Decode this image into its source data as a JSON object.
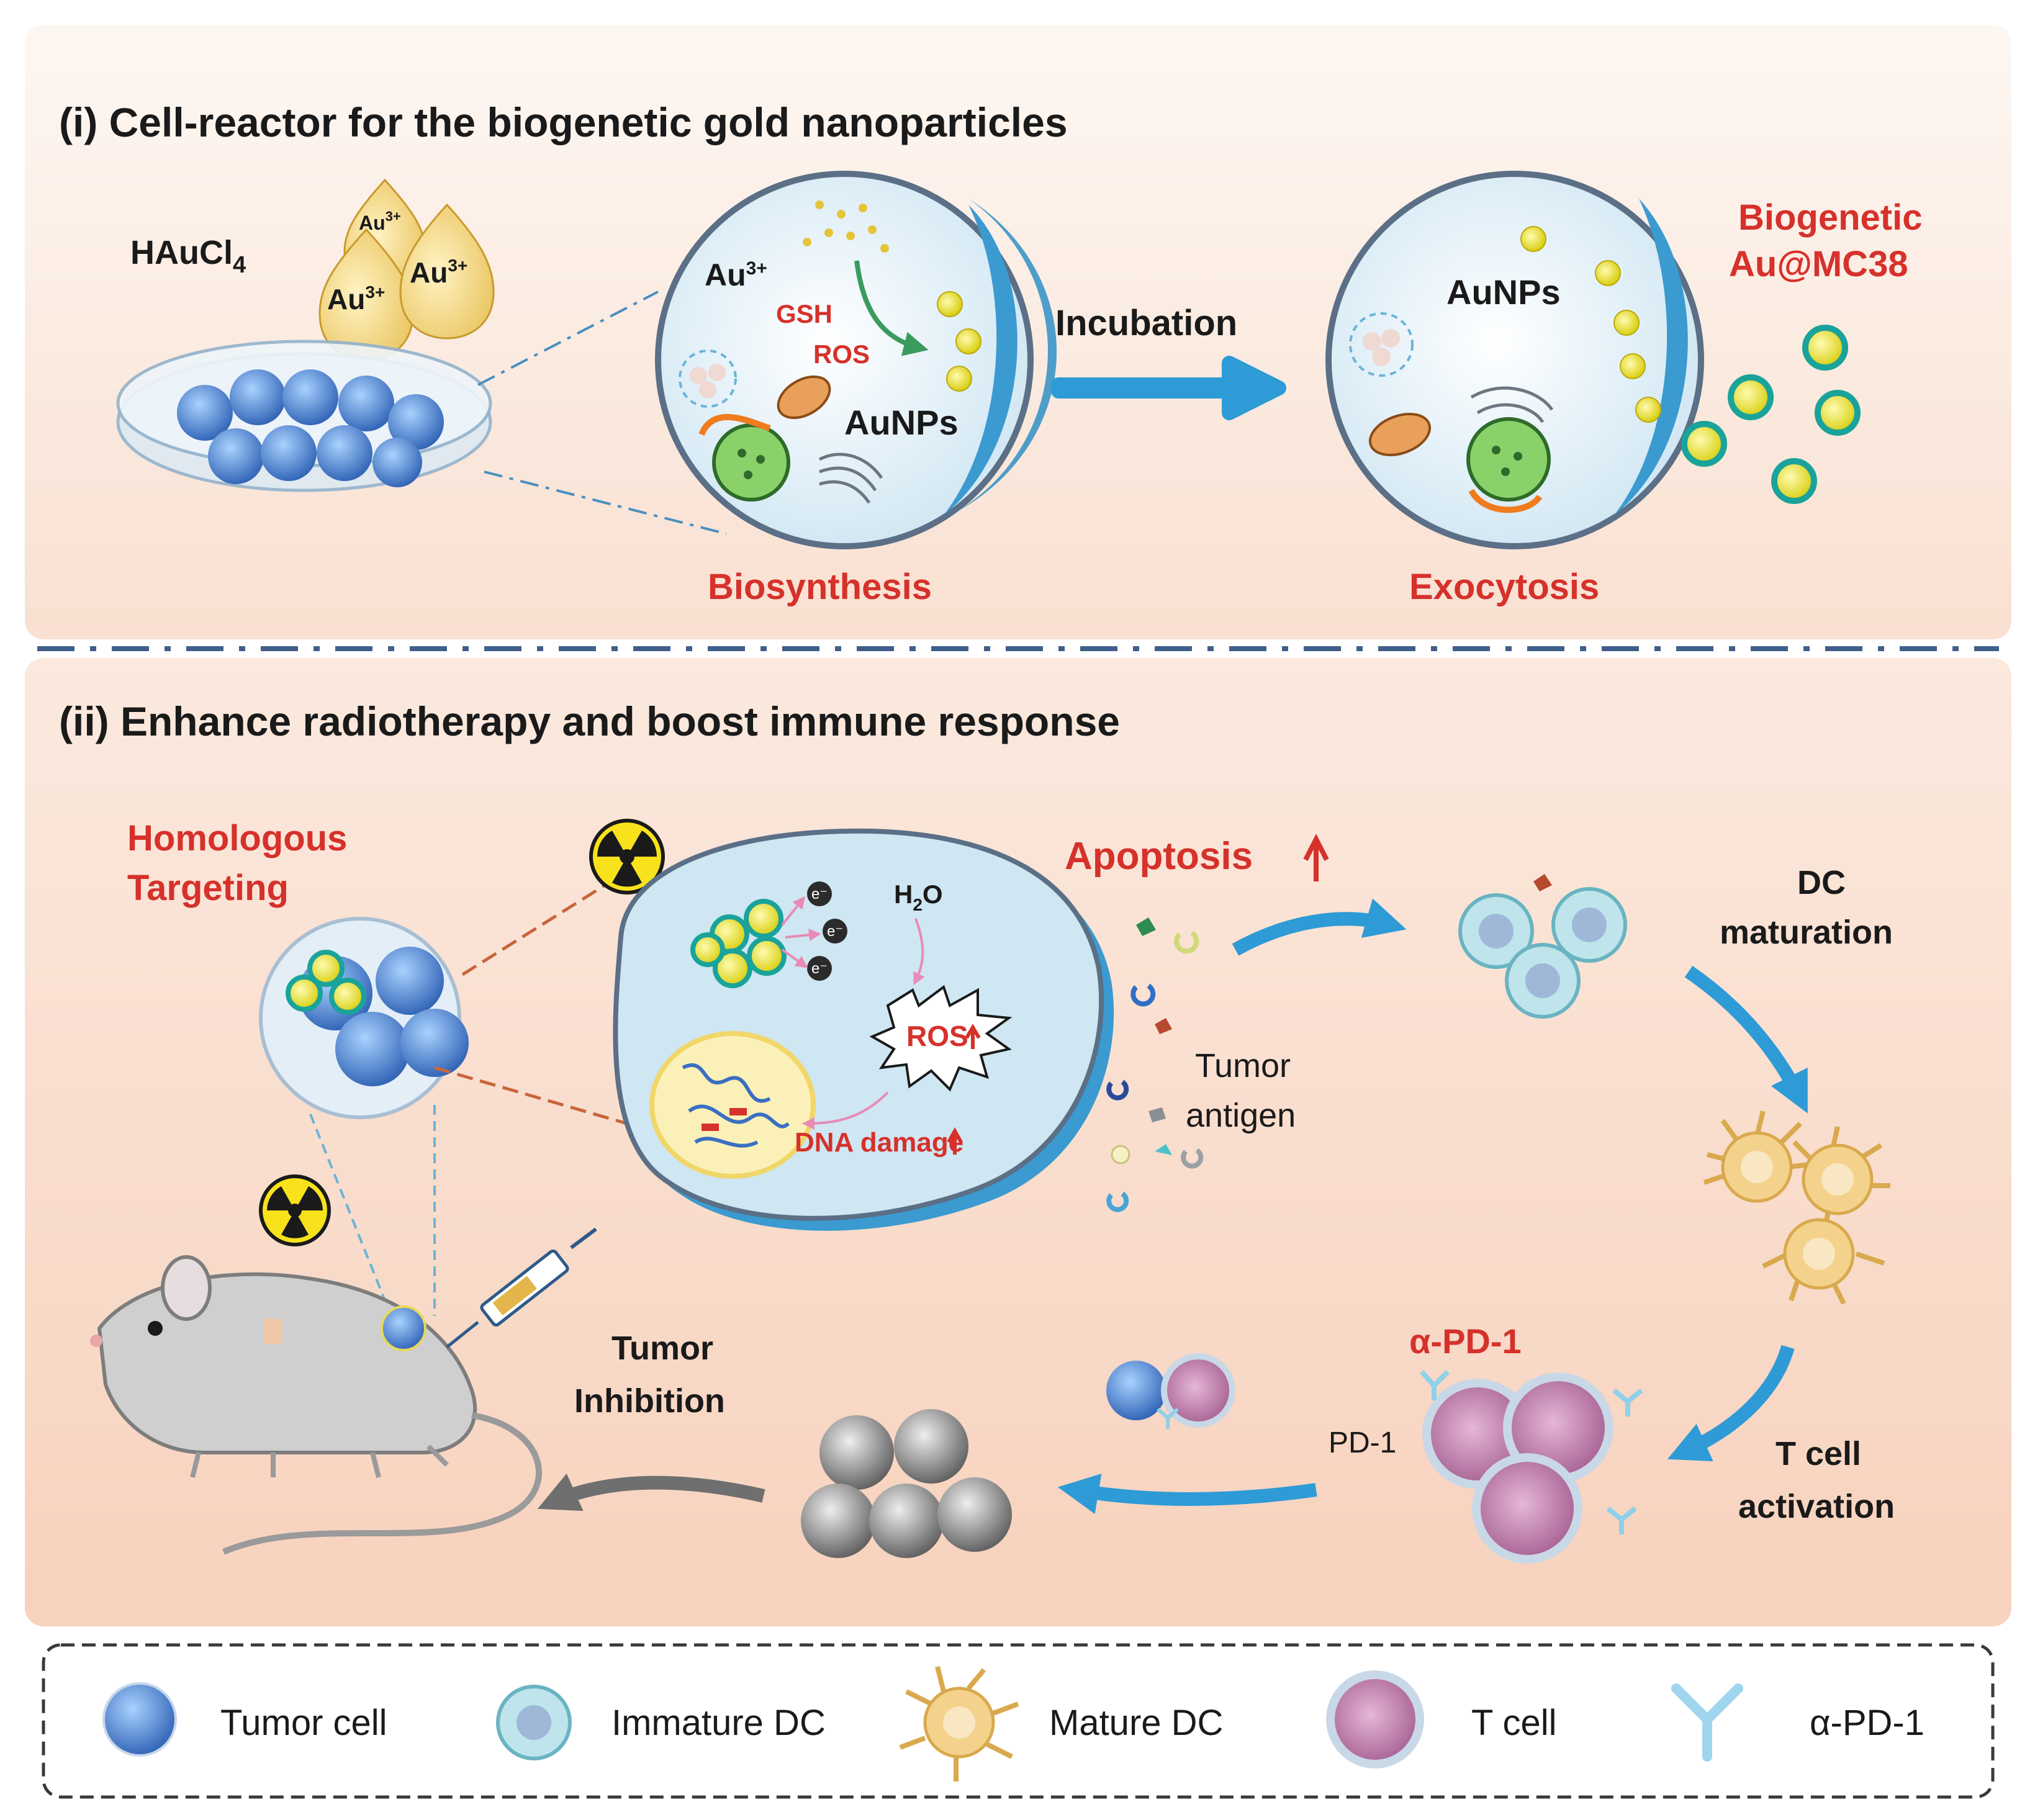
{
  "colors": {
    "red_label": "#d6312b",
    "black_label": "#1a1a1a",
    "arrow_blue": "#2e9bd6",
    "arrow_gray": "#6f6f6f",
    "nanoparticle": "#e8e22a",
    "nanoparticle_ring": "#1aa39a",
    "tumor_cell": "#3f78c8",
    "t_cell": "#c97fb1",
    "mature_dc": "#f2c777",
    "immature_dc": "#8fd0dc",
    "bg_top": "#fbf1ea",
    "bg_bottom": "#f8d7c4"
  },
  "section1": {
    "title": "(i) Cell-reactor for the biogenetic gold nanoparticles",
    "haucl": {
      "base": "HAuCl",
      "sub": "4"
    },
    "drops": [
      {
        "base": "Au",
        "sup": "3+"
      },
      {
        "base": "Au",
        "sup": "3+"
      },
      {
        "base": "Au",
        "sup": "3+"
      }
    ],
    "cell1": {
      "au_label": {
        "base": "Au",
        "sup": "3+"
      },
      "gsh": "GSH",
      "ros": "ROS",
      "aunps": "AuNPs",
      "caption": "Biosynthesis"
    },
    "incubation": "Incubation",
    "cell2": {
      "aunps": "AuNPs",
      "caption": "Exocytosis"
    },
    "product": {
      "line1": "Biogenetic",
      "line2": "Au@MC38"
    }
  },
  "section2": {
    "title": "(ii) Enhance radiotherapy and boost immune response",
    "homologous": {
      "line1": "Homologous",
      "line2": "Targeting"
    },
    "electron_label": "e⁻",
    "h2o": {
      "base": "H",
      "sub": "2",
      "rest": "O"
    },
    "ros_up": "ROS",
    "dna_damage": "DNA damage",
    "apoptosis": "Apoptosis",
    "tumor_antigen": {
      "line1": "Tumor",
      "line2": "antigen"
    },
    "dc_maturation": {
      "line1": "DC",
      "line2": "maturation"
    },
    "t_cell_activation": {
      "line1": "T cell",
      "line2": "activation"
    },
    "anti_pd1": "α-PD-1",
    "pd1": "PD-1",
    "tumor_inhibition": {
      "line1": "Tumor",
      "line2": "Inhibition"
    }
  },
  "legend": [
    {
      "icon": "tumor-cell-icon",
      "label": "Tumor cell"
    },
    {
      "icon": "immature-dc-icon",
      "label": "Immature DC"
    },
    {
      "icon": "mature-dc-icon",
      "label": "Mature DC"
    },
    {
      "icon": "t-cell-icon",
      "label": "T cell"
    },
    {
      "icon": "anti-pd1-icon",
      "label": "α-PD-1"
    }
  ]
}
